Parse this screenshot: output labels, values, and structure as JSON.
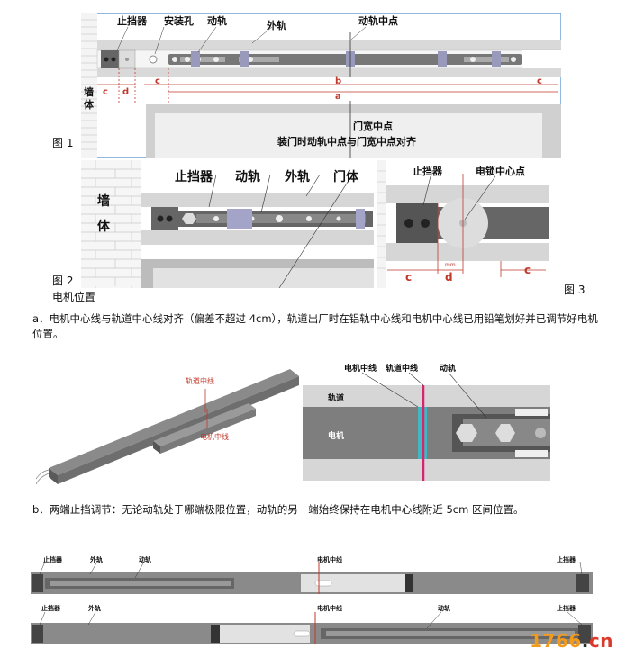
{
  "fig1": {
    "caption": "图 1",
    "labels": {
      "stopper": "止挡器",
      "mount_hole": "安装孔",
      "moving_rail": "动轨",
      "outer_rail": "外轨",
      "moving_center": "动轨中点",
      "wall1": "墙",
      "wall2": "体",
      "door_center": "门宽中点",
      "align_note": "装门时动轨中点与门宽中点对齐"
    },
    "dims": {
      "c": "c",
      "d": "d",
      "b": "b",
      "a": "a"
    }
  },
  "fig2": {
    "caption": "图 2",
    "subcaption": "电机位置",
    "labels": {
      "stopper": "止挡器",
      "moving_rail": "动轨",
      "outer_rail": "外轨",
      "door": "门体",
      "wall1": "墙",
      "wall2": "体"
    }
  },
  "fig3": {
    "caption": "图 3",
    "labels": {
      "stopper": "止挡器",
      "lock_center": "电锁中心点",
      "mm": "mm"
    },
    "dims": {
      "c": "c",
      "d": "d"
    }
  },
  "para_a": "a．电机中心线与轨道中心线对齐（偏差不超过 4cm），轨道出厂时在铝轨中心线和电机中心线已用铅笔划好并已调节好电机位置。",
  "fig4": {
    "left": {
      "track_center": "轨道中线",
      "motor_center": "电机中线"
    },
    "right": {
      "motor_center": "电机中线",
      "track_center": "轨道中线",
      "moving_rail": "动轨",
      "track": "轨道",
      "motor": "电机"
    }
  },
  "para_b": "b．两端止挡调节：无论动轨处于哪端极限位置，动轨的另一端始终保持在电机中心线附近 5cm 区间位置。",
  "fig5": {
    "top": {
      "stopper_left": "止挡器",
      "outer_rail": "外轨",
      "moving_rail": "动轨",
      "motor_center": "电机中线",
      "stopper_right": "止挡器"
    },
    "bottom": {
      "stopper_left": "止挡器",
      "outer_rail": "外轨",
      "motor_center": "电机中线",
      "moving_rail": "动轨",
      "stopper_right": "止挡器"
    }
  },
  "watermark": {
    "number": "1766",
    "dot": ".",
    "cn": "cn"
  },
  "colors": {
    "accent_red": "#c0392b",
    "rail_gray": "#6e6e6e",
    "light_gray": "#d4d4d4",
    "cyan": "#3fb8c2",
    "magenta": "#d6246e"
  }
}
